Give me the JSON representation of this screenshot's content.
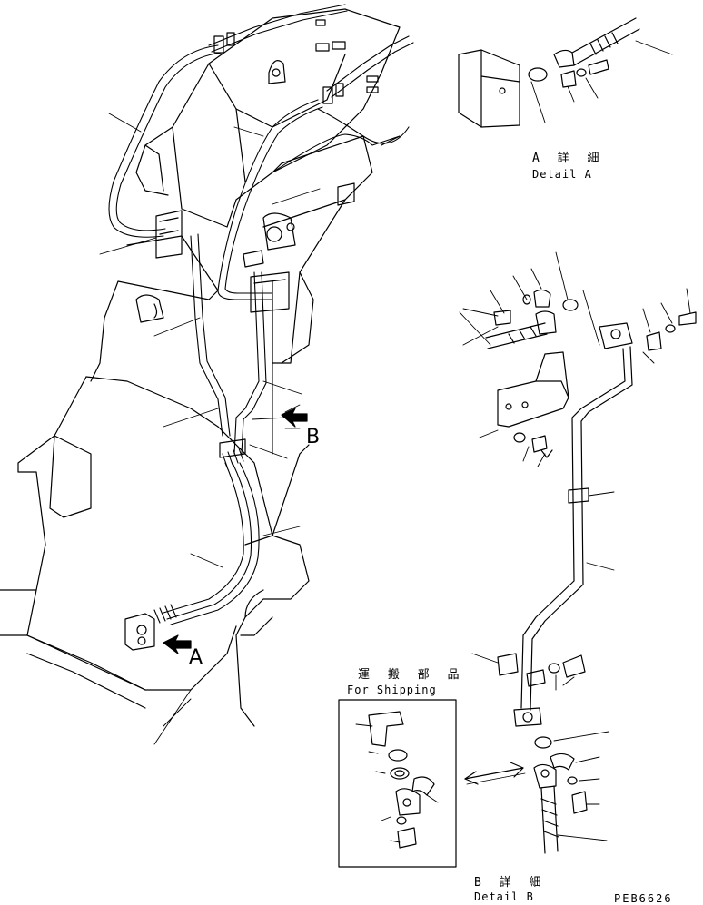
{
  "labels": {
    "arrow_a": "A",
    "arrow_b": "B",
    "detail_a_jp": "A 詳 細",
    "detail_a_en": "Detail A",
    "detail_b_jp": "B 詳 細",
    "detail_b_en": "Detail B",
    "shipping_jp": "運 搬 部 品",
    "shipping_en": "For Shipping",
    "shipping_dash": "- -",
    "drawing_code": "PEB6626"
  }
}
